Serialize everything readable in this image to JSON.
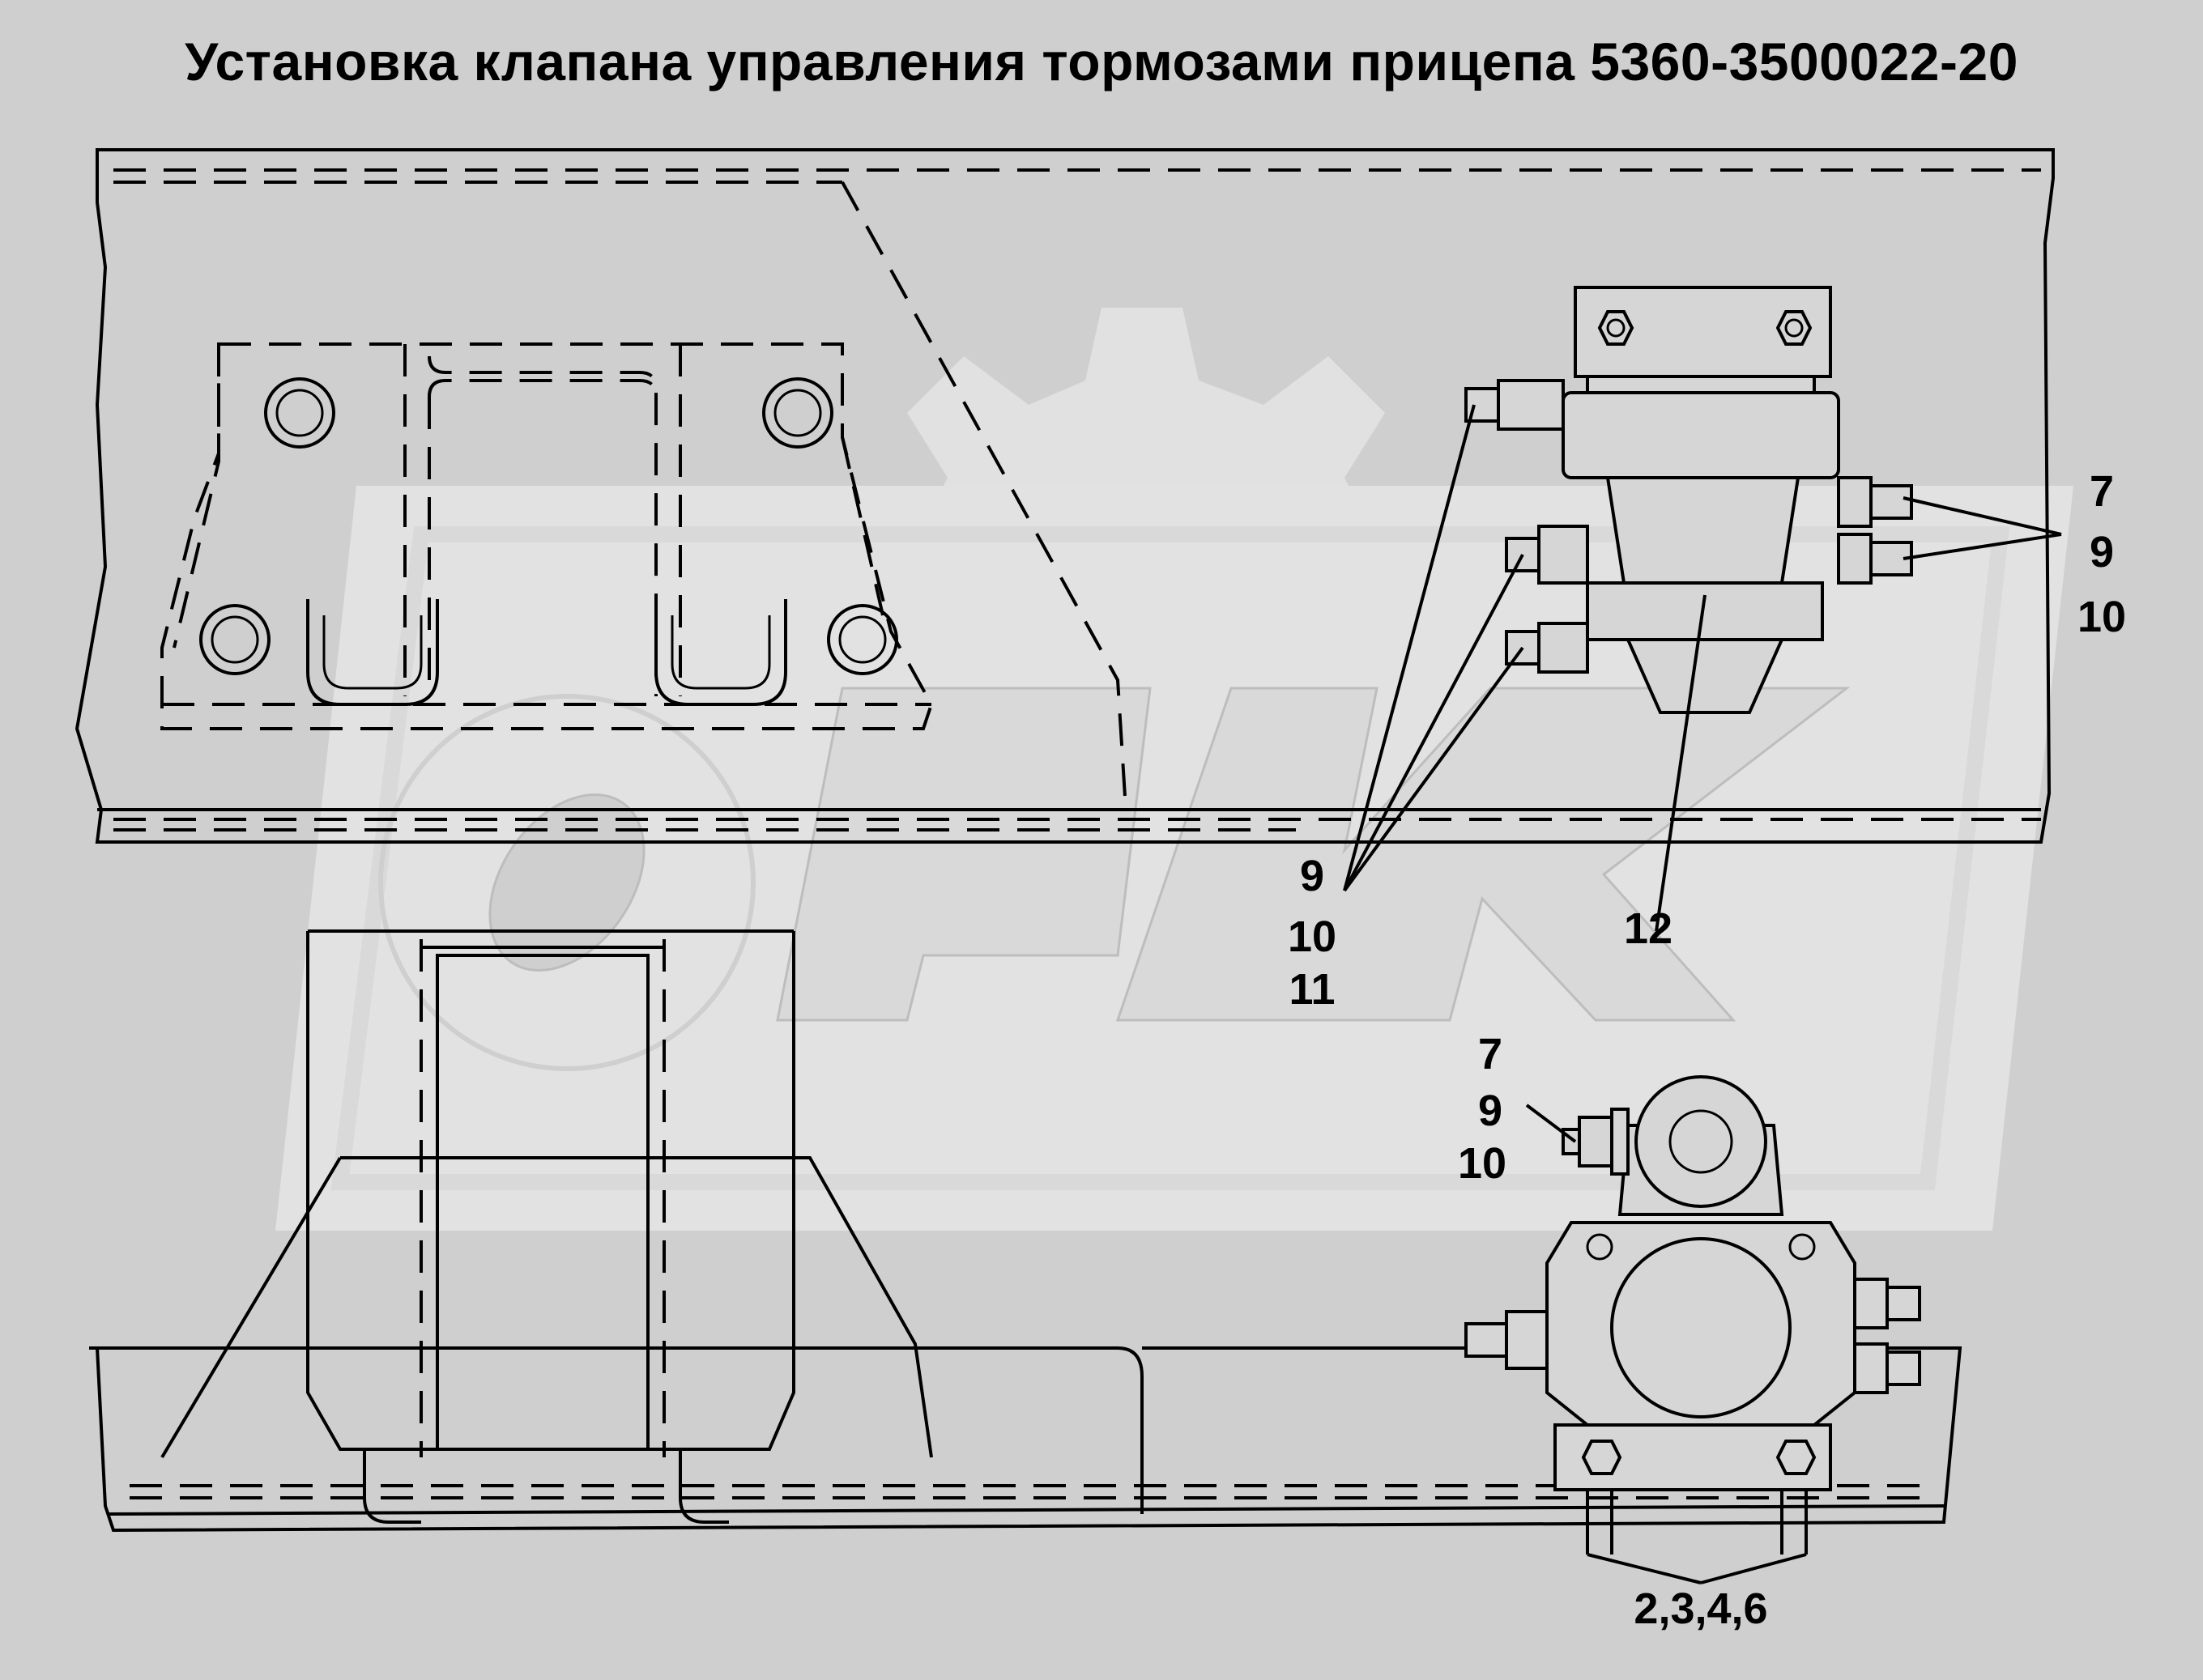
{
  "title": "Установка клапана управления тормозами прицепа 5360-3500022-20",
  "callouts": {
    "top_right": [
      "7",
      "9",
      "10"
    ],
    "mid_left": [
      "9",
      "10",
      "11"
    ],
    "mid_right": "12",
    "lower": [
      "7",
      "9",
      "10"
    ],
    "bottom": "2,3,4,6"
  }
}
